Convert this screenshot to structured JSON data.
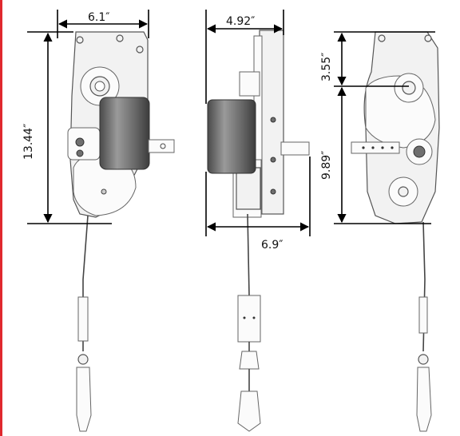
{
  "dimensions": {
    "front_width": "6.1″",
    "front_height": "13.44″",
    "side_width_top": "4.92″",
    "side_width_bottom": "6.9″",
    "rear_upper": "3.55″",
    "rear_lower": "9.89″"
  },
  "colors": {
    "accent_bar": "#e0282e",
    "motor": "#6f6f6f",
    "outline": "#555555"
  }
}
